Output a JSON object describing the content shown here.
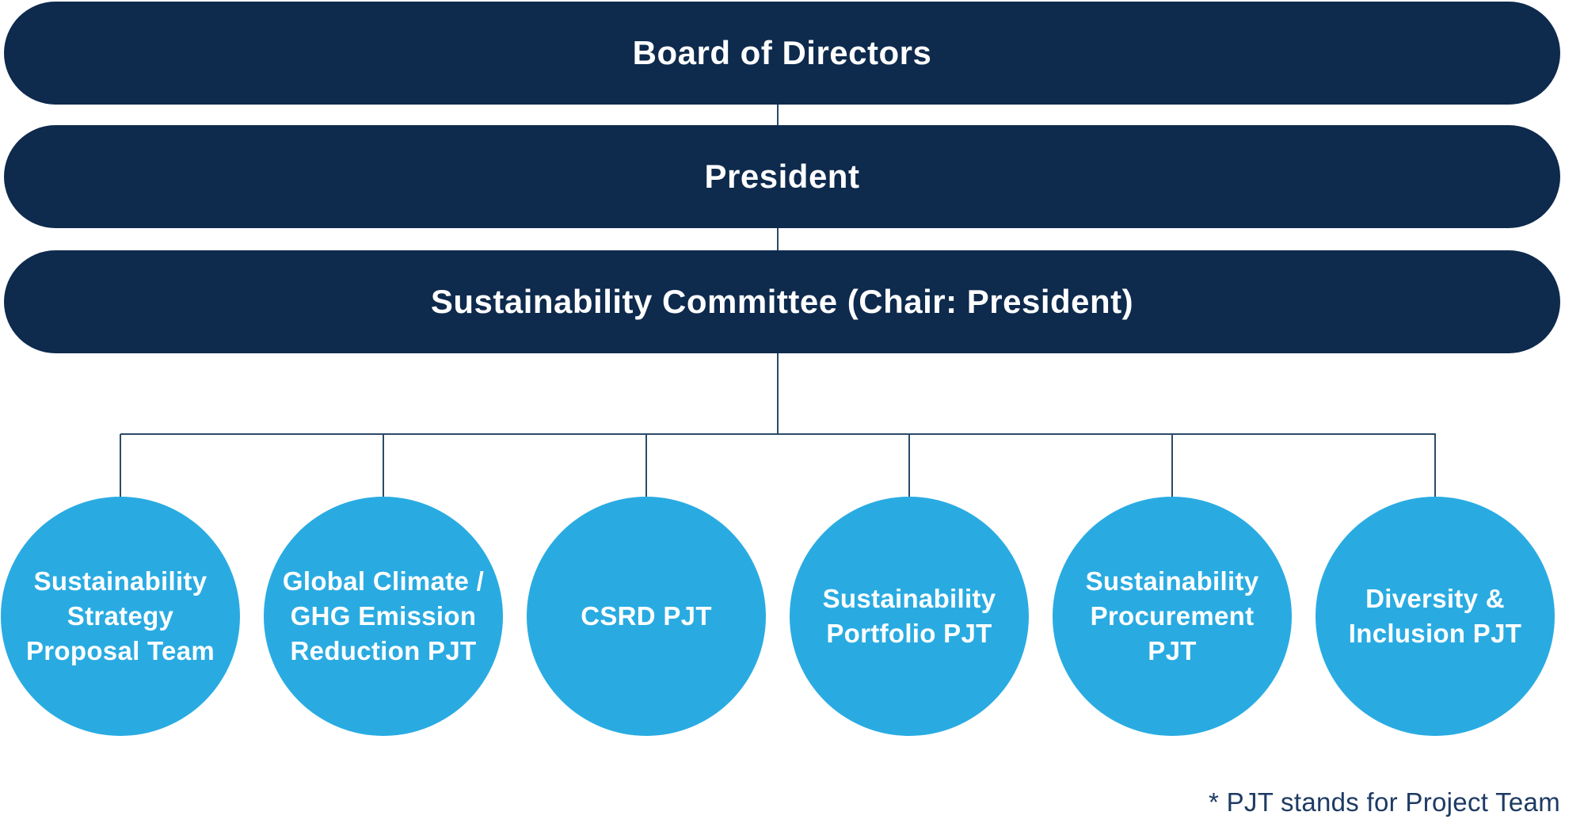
{
  "colors": {
    "navy": "#0E2A4D",
    "cyan": "#29ABE2",
    "line": "#2B4A69",
    "footnote": "#1D3B63",
    "text_on_dark": "#FFFFFF"
  },
  "org_chart": {
    "levels": [
      {
        "label": "Board of Directors"
      },
      {
        "label": "President"
      },
      {
        "label": "Sustainability Committee (Chair: President)"
      }
    ],
    "teams": [
      {
        "lines": [
          "Sustainability",
          "Strategy",
          "Proposal Team"
        ]
      },
      {
        "lines": [
          "Global Climate /",
          "GHG Emission",
          "Reduction PJT"
        ]
      },
      {
        "lines": [
          "CSRD PJT"
        ]
      },
      {
        "lines": [
          "Sustainability",
          "Portfolio PJT"
        ]
      },
      {
        "lines": [
          "Sustainability",
          "Procurement",
          "PJT"
        ]
      },
      {
        "lines": [
          "Diversity &",
          "Inclusion PJT"
        ]
      }
    ],
    "footnote": "* PJT stands for Project Team"
  }
}
